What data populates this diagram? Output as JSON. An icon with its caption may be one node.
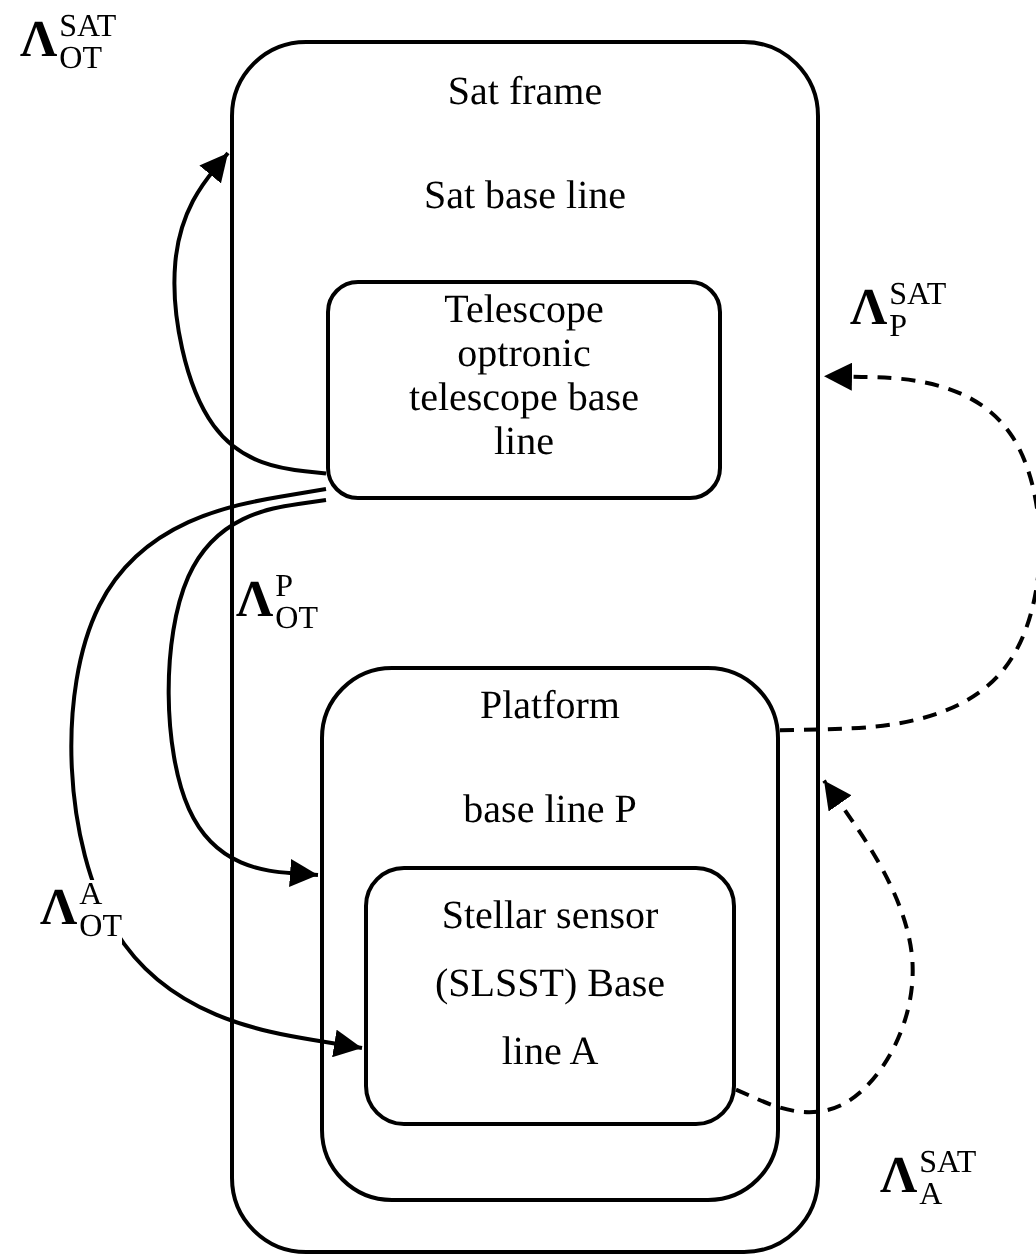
{
  "diagram": {
    "nodes": [
      {
        "text": [
          "Sat frame",
          "Sat base line"
        ]
      },
      {
        "text": [
          "Telescope optronic telescope base line"
        ],
        "in": 0
      },
      {
        "text": [
          "Platform",
          "base line P"
        ],
        "in": 0
      },
      {
        "text": [
          "Stellar sensor (SLSST) Base line A"
        ],
        "in": 2
      }
    ],
    "edges": [
      {
        "from": 1,
        "to": 0,
        "arrow": "to",
        "label": "**Λ**$_{OT}$$^{SAT}$"
      },
      {
        "from": 1,
        "to": 2,
        "arrow": "to",
        "label": "**Λ**$_{OT}$$^{P}$"
      },
      {
        "from": 1,
        "to": 3,
        "arrow": "to",
        "label": "**Λ**$_{OT}$$^{A}$"
      },
      {
        "from": 2,
        "to": 0,
        "arrow": "to",
        "style": "dashed",
        "label": "**Λ**$_{P}$$^{SAT}$"
      },
      {
        "from": 3,
        "to": 0,
        "arrow": "to",
        "style": "dashed",
        "label": "**Λ**$_{A}$$^{SAT}$"
      }
    ]
  }
}
